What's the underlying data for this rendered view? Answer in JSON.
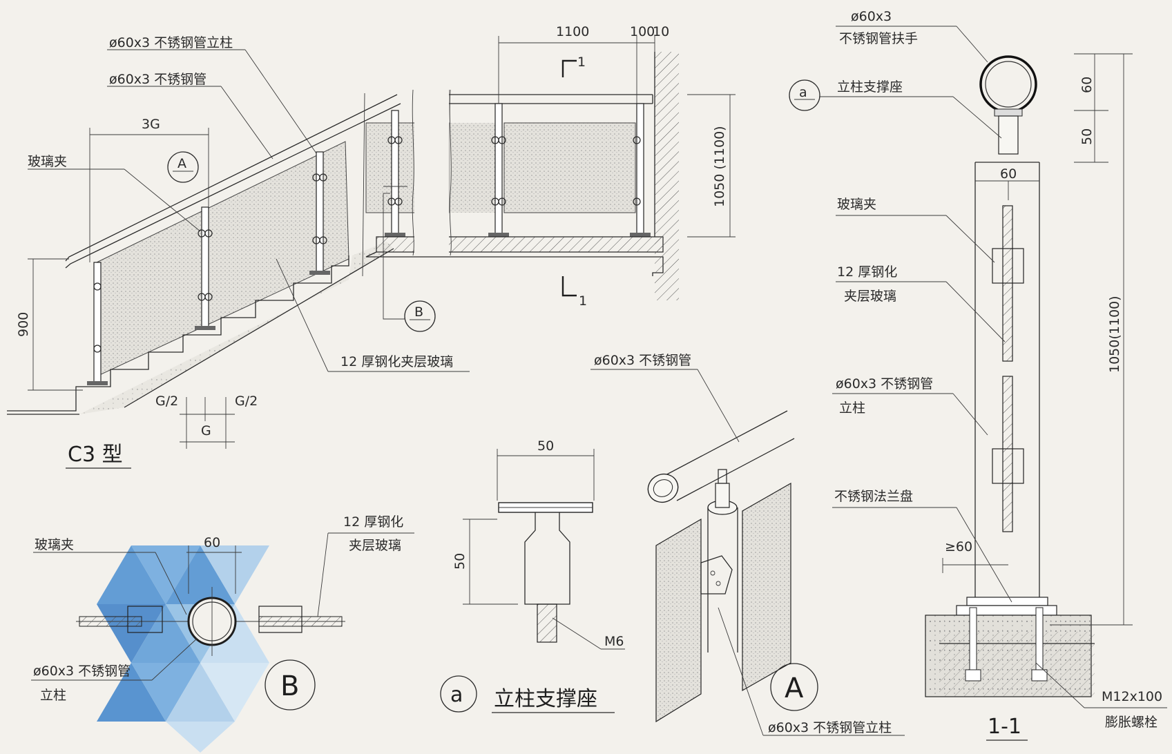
{
  "elevation": {
    "label_pipe_post": "ø60x3 不锈钢管立柱",
    "label_pipe": "ø60x3 不锈钢管",
    "dim_3g": "3G",
    "label_glass_clip": "玻璃夹",
    "callout_A": "A",
    "callout_B": "B",
    "dim_900": "900",
    "dim_1100": "1100",
    "dim_100": "100",
    "dim_10": "10",
    "dim_1050": "1050 (1100)",
    "section_mark_1": "1",
    "label_glass": "12 厚钢化夹层玻璃",
    "dim_g2_left": "G/2",
    "dim_g2_right": "G/2",
    "dim_g": "G",
    "title": "C3 型"
  },
  "detail_b": {
    "label_glass_clip": "玻璃夹",
    "dim_60": "60",
    "label_glass_1": "12 厚钢化",
    "label_glass_2": "夹层玻璃",
    "label_pipe_1": "ø60x3 不锈钢管",
    "label_pipe_2": "立柱",
    "title": "B"
  },
  "detail_a_support": {
    "dim_50_top": "50",
    "dim_50_side": "50",
    "label_m6": "M6",
    "title_letter": "a",
    "title": "立柱支撑座"
  },
  "detail_A_iso": {
    "label_pipe": "ø60x3 不锈钢管",
    "label_post": "ø60x3 不锈钢管立柱",
    "title": "A"
  },
  "section_1_1": {
    "label_handrail_1": "ø60x3",
    "label_handrail_2": "不锈钢管扶手",
    "callout_a": "a",
    "label_support": "立柱支撑座",
    "dim_60_top": "60",
    "dim_50": "50",
    "dim_60_width": "60",
    "label_glass_clip": "玻璃夹",
    "label_glass_1": "12 厚钢化",
    "label_glass_2": "夹层玻璃",
    "label_pipe_1": "ø60x3  不锈钢管",
    "label_pipe_2": "立柱",
    "label_flange": "不锈钢法兰盘",
    "dim_min60": "≥60",
    "dim_total": "1050(1100)",
    "label_bolt_1": "M12x100",
    "label_bolt_2": "膨胀螺栓",
    "title": "1-1"
  }
}
